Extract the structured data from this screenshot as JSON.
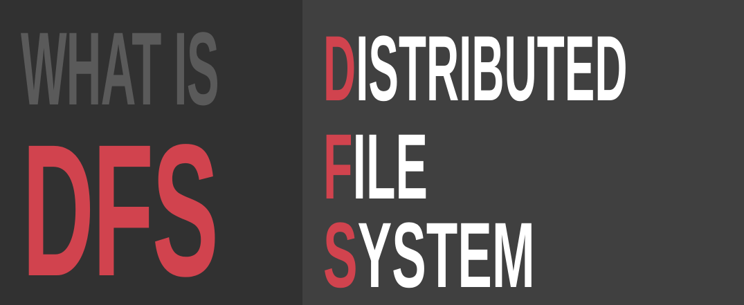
{
  "left": {
    "question": "WHAT IS",
    "acronym": "DFS"
  },
  "expansion": [
    {
      "initial": "D",
      "rest": "ISTRIBUTED"
    },
    {
      "initial": "F",
      "rest": "ILE"
    },
    {
      "initial": "S",
      "rest": "YSTEM"
    }
  ],
  "colors": {
    "left_background": "#313131",
    "right_background": "#404040",
    "accent_red": "#d1434e",
    "muted_gray_text": "#5a5a5a",
    "white_text": "#ffffff"
  }
}
